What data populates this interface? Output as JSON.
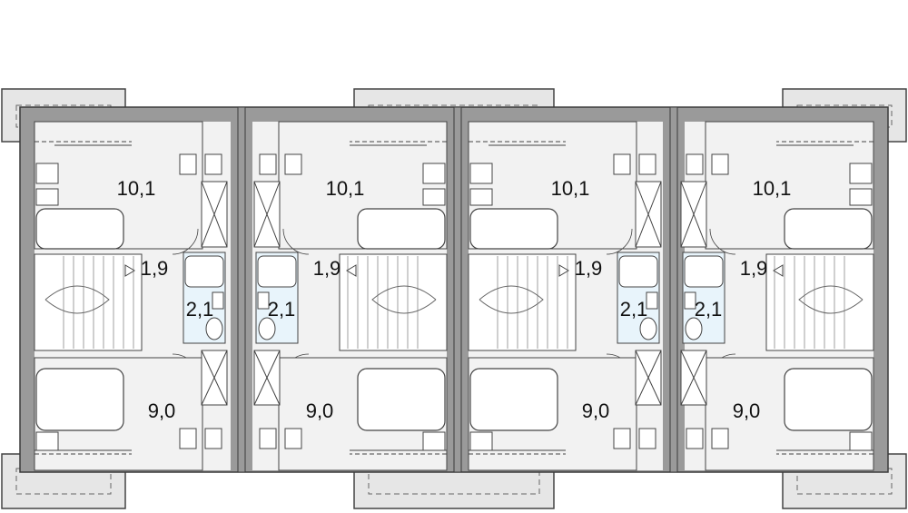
{
  "plan": {
    "colors": {
      "background": "#ffffff",
      "floor": "#f2f2f2",
      "wall": "#9a9a9a",
      "wall_outline": "#3a3a3a",
      "line": "#444444",
      "bathroom": "#e8f4fb",
      "terrace": "#e6e6e6"
    },
    "units": [
      {
        "name": "unit-1",
        "rooms": [
          {
            "name": "top-bedroom",
            "area": "10,1"
          },
          {
            "name": "hall",
            "area": "1,9"
          },
          {
            "name": "bathroom",
            "area": "2,1"
          },
          {
            "name": "bottom-bedroom",
            "area": "9,0"
          }
        ]
      },
      {
        "name": "unit-2",
        "rooms": [
          {
            "name": "top-bedroom",
            "area": "10,1"
          },
          {
            "name": "hall",
            "area": "1,9"
          },
          {
            "name": "bathroom",
            "area": "2,1"
          },
          {
            "name": "bottom-bedroom",
            "area": "9,0"
          }
        ]
      },
      {
        "name": "unit-3",
        "rooms": [
          {
            "name": "top-bedroom",
            "area": "10,1"
          },
          {
            "name": "hall",
            "area": "1,9"
          },
          {
            "name": "bathroom",
            "area": "2,1"
          },
          {
            "name": "bottom-bedroom",
            "area": "9,0"
          }
        ]
      },
      {
        "name": "unit-4",
        "rooms": [
          {
            "name": "top-bedroom",
            "area": "10,1"
          },
          {
            "name": "hall",
            "area": "1,9"
          },
          {
            "name": "bathroom",
            "area": "2,1"
          },
          {
            "name": "bottom-bedroom",
            "area": "9,0"
          }
        ]
      }
    ]
  }
}
